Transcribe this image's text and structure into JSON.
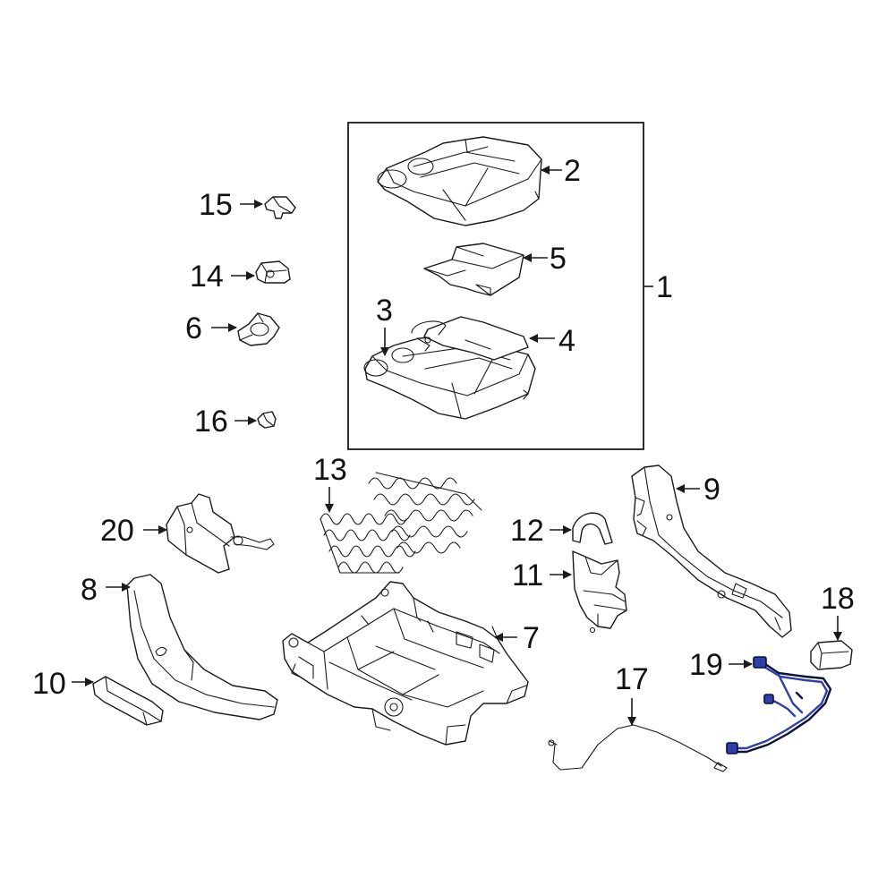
{
  "colors": {
    "line": "#1a1a1a",
    "highlight_fill": "#2f3fa8",
    "highlight_stroke": "#0b0f3a",
    "background": "#ffffff"
  },
  "callouts": {
    "c1": "1",
    "c2": "2",
    "c3": "3",
    "c4": "4",
    "c5": "5",
    "c6": "6",
    "c7": "7",
    "c8": "8",
    "c9": "9",
    "c10": "10",
    "c11": "11",
    "c12": "12",
    "c13": "13",
    "c14": "14",
    "c15": "15",
    "c16": "16",
    "c17": "17",
    "c18": "18",
    "c19": "19",
    "c20": "20"
  },
  "highlighted_part": "19"
}
